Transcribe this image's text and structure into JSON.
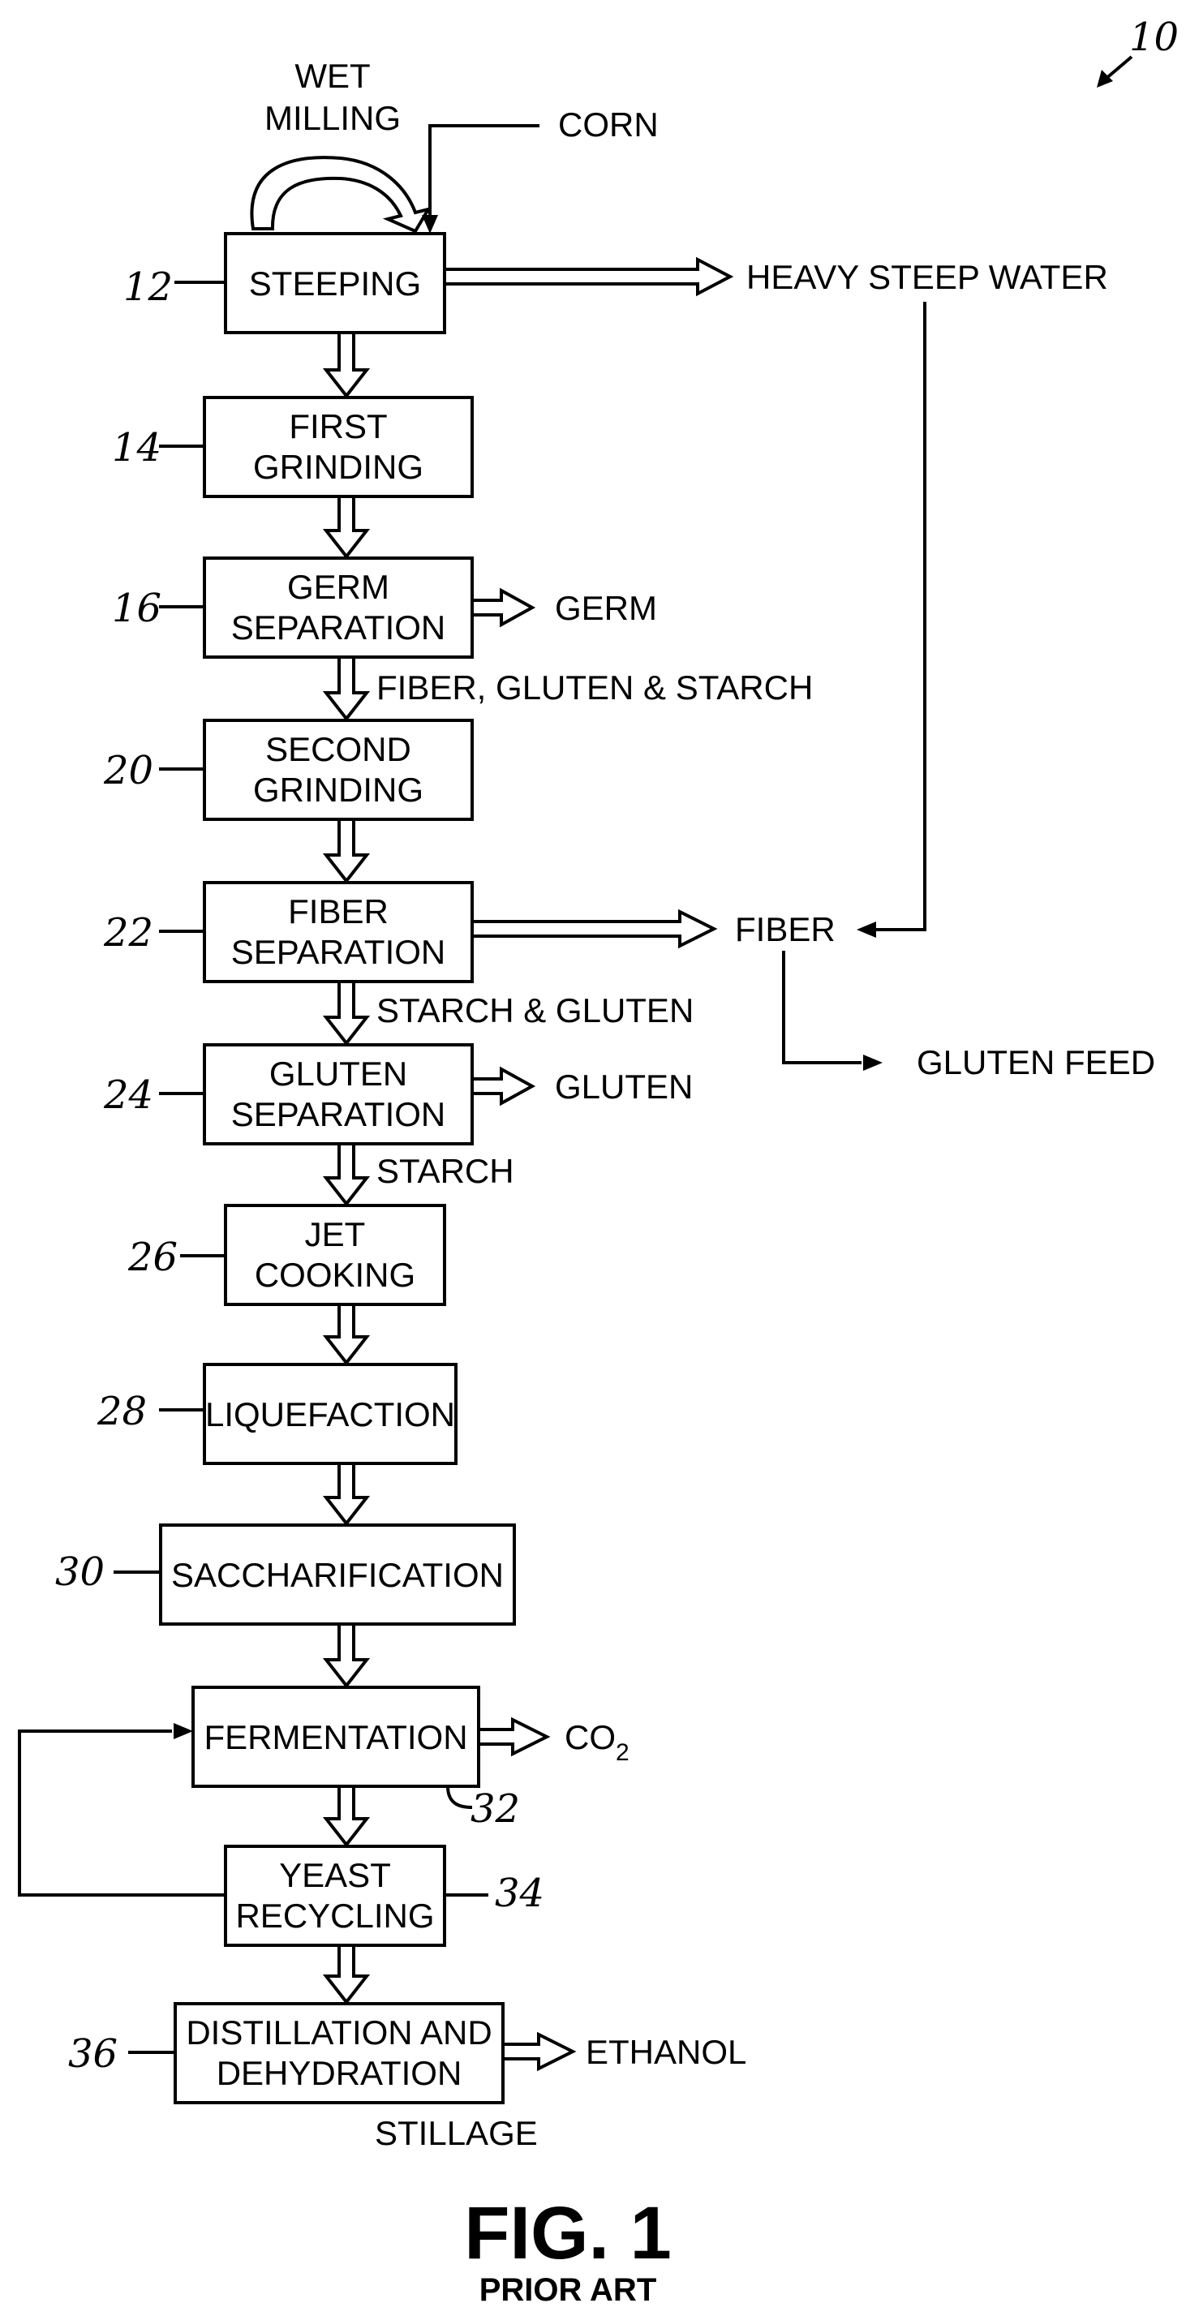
{
  "diagram": {
    "figure_ref": "10",
    "inputs": {
      "wet_milling_1": "WET",
      "wet_milling_2": "MILLING",
      "corn": "CORN"
    },
    "steps": [
      {
        "ref": "12",
        "line1": "STEEPING",
        "line2": ""
      },
      {
        "ref": "14",
        "line1": "FIRST",
        "line2": "GRINDING"
      },
      {
        "ref": "16",
        "line1": "GERM",
        "line2": "SEPARATION"
      },
      {
        "ref": "20",
        "line1": "SECOND",
        "line2": "GRINDING"
      },
      {
        "ref": "22",
        "line1": "FIBER",
        "line2": "SEPARATION"
      },
      {
        "ref": "24",
        "line1": "GLUTEN",
        "line2": "SEPARATION"
      },
      {
        "ref": "26",
        "line1": "JET",
        "line2": "COOKING"
      },
      {
        "ref": "28",
        "line1": "LIQUEFACTION",
        "line2": ""
      },
      {
        "ref": "30",
        "line1": "SACCHARIFICATION",
        "line2": ""
      },
      {
        "ref": "32",
        "line1": "FERMENTATION",
        "line2": ""
      },
      {
        "ref": "34",
        "line1": "YEAST",
        "line2": "RECYCLING"
      },
      {
        "ref": "36",
        "line1": "DISTILLATION AND",
        "line2": "DEHYDRATION"
      }
    ],
    "outputs": {
      "heavy_steep_water": "HEAVY STEEP WATER",
      "germ": "GERM",
      "fiber_gluten_starch": "FIBER, GLUTEN & STARCH",
      "fiber": "FIBER",
      "starch_gluten": "STARCH & GLUTEN",
      "gluten": "GLUTEN",
      "gluten_feed": "GLUTEN FEED",
      "starch": "STARCH",
      "co2_main": "CO",
      "co2_sub": "2",
      "ethanol": "ETHANOL",
      "stillage": "STILLAGE"
    },
    "caption": {
      "title": "FIG. 1",
      "subtitle": "PRIOR ART"
    }
  }
}
